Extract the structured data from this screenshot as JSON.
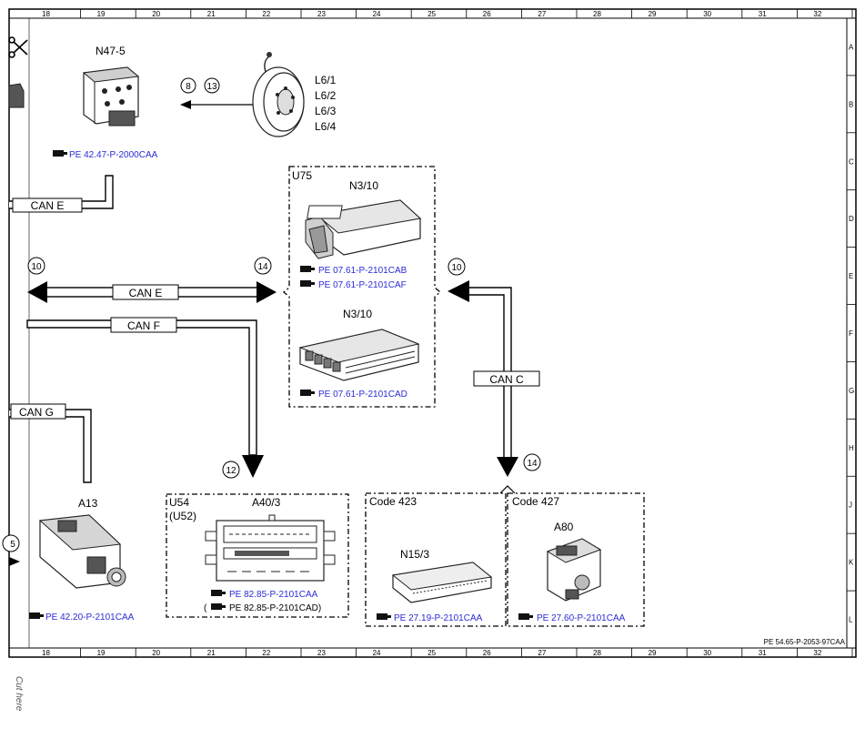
{
  "ruler": {
    "columns": [
      "18",
      "19",
      "20",
      "21",
      "22",
      "23",
      "24",
      "25",
      "26",
      "27",
      "28",
      "29",
      "30",
      "31",
      "32"
    ],
    "rows": [
      "A",
      "B",
      "C",
      "D",
      "E",
      "F",
      "G",
      "H",
      "J",
      "K",
      "L"
    ]
  },
  "components": {
    "n47": {
      "label": "N47-5",
      "ref": "PE 42.47-P-2000CAA"
    },
    "sensors": {
      "labels": [
        "L6/1",
        "L6/2",
        "L6/3",
        "L6/4"
      ],
      "circles": [
        "8",
        "13"
      ]
    },
    "u75": {
      "label": "U75",
      "n3_top": "N3/10",
      "n3_bottom": "N3/10",
      "refs": [
        "PE 07.61-P-2101CAB",
        "PE 07.61-P-2101CAF"
      ],
      "ref_bottom": "PE 07.61-P-2101CAD"
    },
    "a13": {
      "label": "A13",
      "ref": "PE 42.20-P-2101CAA",
      "circle": "5"
    },
    "u54": {
      "label": "U54",
      "sub": "(U52)",
      "a40": "A40/3",
      "ref": "PE 82.85-P-2101CAA",
      "ref_alt": "PE 82.85-P-2101CAD)",
      "paren": "("
    },
    "code423": {
      "label": "Code 423",
      "n15": "N15/3",
      "ref": "PE 27.19-P-2101CAA"
    },
    "code427": {
      "label": "Code 427",
      "a80": "A80",
      "ref": "PE 27.60-P-2101CAA"
    }
  },
  "buses": {
    "can_e_top": "CAN E",
    "can_e": "CAN E",
    "can_f": "CAN F",
    "can_g": "CAN G",
    "can_c": "CAN C"
  },
  "circles": {
    "c10_left": "10",
    "c14_mid": "14",
    "c10_right": "10",
    "c12": "12",
    "c14_bottom": "14"
  },
  "doc_id": "PE 54.65-P-2053-97CAA",
  "cut_here": "Cut here"
}
